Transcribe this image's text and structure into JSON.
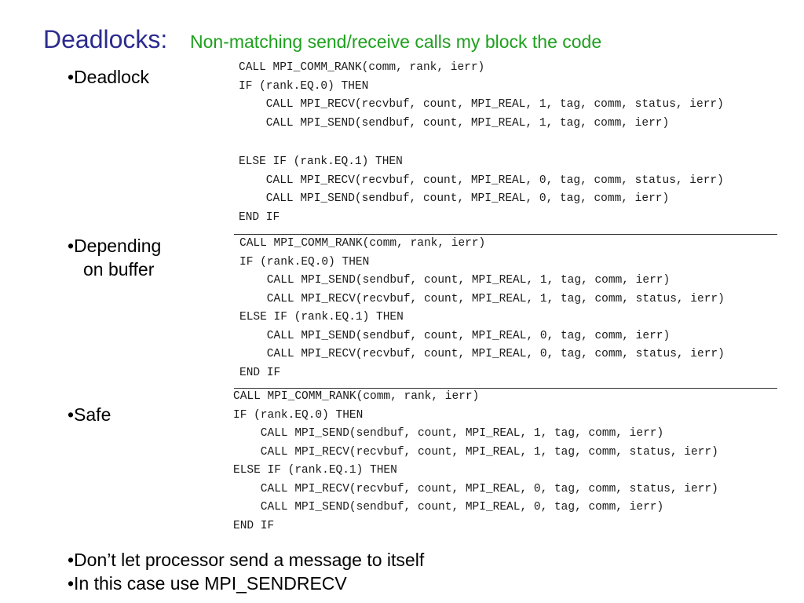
{
  "title": "Deadlocks:",
  "subtitle": "Non-matching send/receive calls my block the code",
  "bullets": {
    "deadlock": "•Deadlock",
    "depending_line1": "•Depending",
    "depending_line2": "on buffer",
    "safe": "•Safe",
    "dont": "•Don’t let processor send a message to itself",
    "sendrecv": "•In this case use MPI_SENDRECV"
  },
  "code_deadlock": [
    "CALL MPI_COMM_RANK(comm, rank, ierr)",
    "IF (rank.EQ.0) THEN",
    "    CALL MPI_RECV(recvbuf, count, MPI_REAL, 1, tag, comm, status, ierr)",
    "    CALL MPI_SEND(sendbuf, count, MPI_REAL, 1, tag, comm, ierr)",
    "",
    "ELSE IF (rank.EQ.1) THEN",
    "    CALL MPI_RECV(recvbuf, count, MPI_REAL, 0, tag, comm, status, ierr)",
    "    CALL MPI_SEND(sendbuf, count, MPI_REAL, 0, tag, comm, ierr)",
    "END IF"
  ],
  "code_depending": [
    "CALL MPI_COMM_RANK(comm, rank, ierr)",
    "IF (rank.EQ.0) THEN",
    "    CALL MPI_SEND(sendbuf, count, MPI_REAL, 1, tag, comm, ierr)",
    "    CALL MPI_RECV(recvbuf, count, MPI_REAL, 1, tag, comm, status, ierr)",
    "ELSE IF (rank.EQ.1) THEN",
    "    CALL MPI_SEND(sendbuf, count, MPI_REAL, 0, tag, comm, ierr)",
    "    CALL MPI_RECV(recvbuf, count, MPI_REAL, 0, tag, comm, status, ierr)",
    "END IF"
  ],
  "code_safe": [
    "CALL MPI_COMM_RANK(comm, rank, ierr)",
    "IF (rank.EQ.0) THEN",
    "    CALL MPI_SEND(sendbuf, count, MPI_REAL, 1, tag, comm, ierr)",
    "    CALL MPI_RECV(recvbuf, count, MPI_REAL, 1, tag, comm, status, ierr)",
    "ELSE IF (rank.EQ.1) THEN",
    "    CALL MPI_RECV(recvbuf, count, MPI_REAL, 0, tag, comm, status, ierr)",
    "    CALL MPI_SEND(sendbuf, count, MPI_REAL, 0, tag, comm, ierr)",
    "END IF"
  ],
  "colors": {
    "title": "#2b2b8f",
    "subtitle": "#1ea01e",
    "text": "#000000",
    "code": "#1a1a1a"
  }
}
